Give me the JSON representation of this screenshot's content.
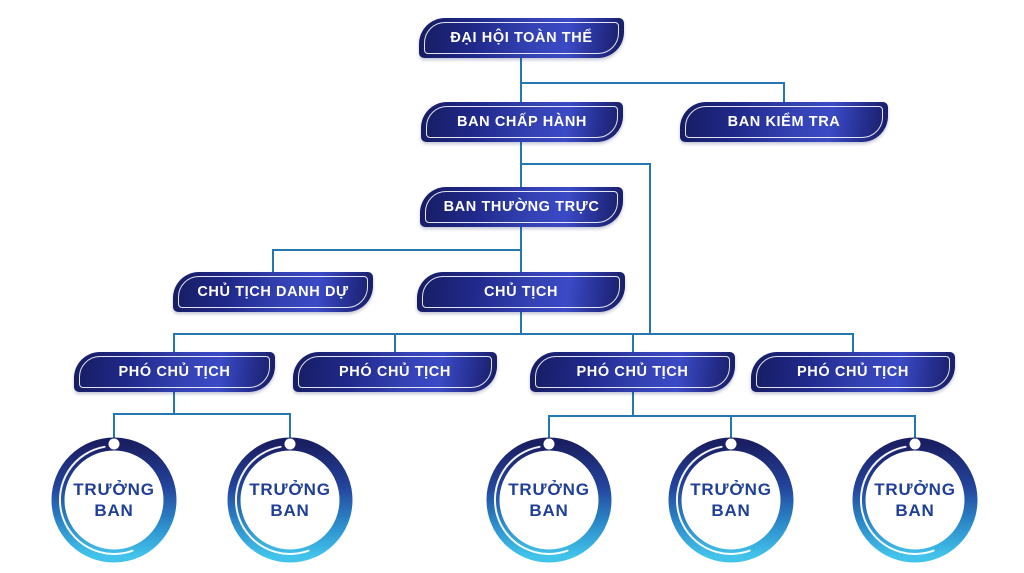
{
  "diagram": {
    "type": "org-chart",
    "language": "vi",
    "nodes": {
      "general_assembly": {
        "label": "ĐẠI HỘI TOÀN THỂ"
      },
      "executive_board": {
        "label": "BAN CHẤP HÀNH"
      },
      "inspection_board": {
        "label": "BAN KIỂM TRA"
      },
      "standing_committee": {
        "label": "BAN THƯỜNG TRỰC"
      },
      "honorary_chairman": {
        "label": "CHỦ TỊCH DANH DỰ"
      },
      "chairman": {
        "label": "CHỦ TỊCH"
      },
      "vice_chairmen": [
        {
          "label": "PHÓ CHỦ TỊCH"
        },
        {
          "label": "PHÓ CHỦ TỊCH"
        },
        {
          "label": "PHÓ CHỦ TỊCH"
        },
        {
          "label": "PHÓ CHỦ TỊCH"
        }
      ],
      "department_heads": [
        {
          "label_line1": "TRƯỞNG",
          "label_line2": "BAN"
        },
        {
          "label_line1": "TRƯỞNG",
          "label_line2": "BAN"
        },
        {
          "label_line1": "TRƯỞNG",
          "label_line2": "BAN"
        },
        {
          "label_line1": "TRƯỞNG",
          "label_line2": "BAN"
        },
        {
          "label_line1": "TRƯỞNG",
          "label_line2": "BAN"
        }
      ]
    },
    "hierarchy": {
      "general_assembly_children": [
        "executive_board",
        "inspection_board"
      ],
      "executive_board_children": [
        "standing_committee",
        "vice_chairmen_row"
      ],
      "standing_committee_children": [
        "honorary_chairman",
        "chairman"
      ],
      "chairman_children": [
        "vice_chairmen_row"
      ],
      "vice_chairman_1_children": 2,
      "vice_chairman_3_children": 3
    },
    "colors": {
      "background": "#ffffff",
      "box_gradient_dark": "#161c60",
      "box_gradient_bright": "#3b4ac6",
      "box_outline": "#ffffff",
      "box_text": "#ffffff",
      "connector": "#2478b1",
      "ring_top": "#1a1f63",
      "ring_mid": "#2a84c6",
      "ring_bottom": "#41c3ea",
      "ring_accent_arc": "#ffffff",
      "circle_text": "#203f97"
    }
  }
}
